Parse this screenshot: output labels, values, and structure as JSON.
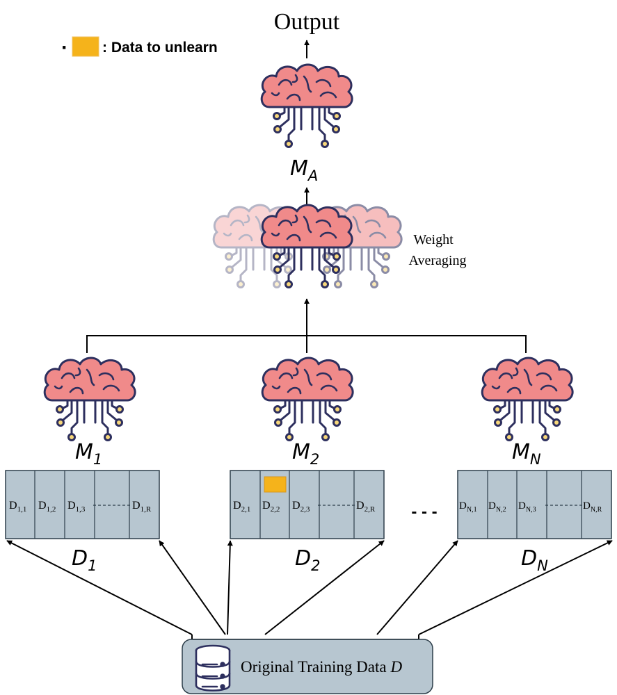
{
  "output_label": "Output",
  "legend": {
    "bullet": "·",
    "text": ": Data to unlearn",
    "swatch_color": "#f5b31b"
  },
  "aggregate_model": {
    "name": "M",
    "sub": "A"
  },
  "averaging_label": {
    "line1": "Weight",
    "line2": "Averaging"
  },
  "models": [
    {
      "name": "M",
      "sub": "1"
    },
    {
      "name": "M",
      "sub": "2"
    },
    {
      "name": "M",
      "sub": "N"
    }
  ],
  "shards": [
    {
      "name": "D",
      "sub": "1",
      "cells": [
        {
          "main": "D",
          "sub": "1,1"
        },
        {
          "main": "D",
          "sub": "1,2"
        },
        {
          "main": "D",
          "sub": "1,3"
        },
        {
          "main": "D",
          "sub": "1,R"
        }
      ]
    },
    {
      "name": "D",
      "sub": "2",
      "cells": [
        {
          "main": "D",
          "sub": "2,1"
        },
        {
          "main": "D",
          "sub": "2,2"
        },
        {
          "main": "D",
          "sub": "2,3"
        },
        {
          "main": "D",
          "sub": "2,R"
        }
      ]
    },
    {
      "name": "D",
      "sub": "N",
      "cells": [
        {
          "main": "D",
          "sub": "N,1"
        },
        {
          "main": "D",
          "sub": "N,2"
        },
        {
          "main": "D",
          "sub": "N,3"
        },
        {
          "main": "D",
          "sub": "N,R"
        }
      ]
    }
  ],
  "ellipsis": "- - -",
  "database": {
    "label": "Original Training Data",
    "var": "D"
  },
  "colors": {
    "brain_fill": "#f08a8a",
    "brain_stroke": "#2d2f5e",
    "node_fill": "#f7d77a",
    "block_fill": "#b7c6d0",
    "db_fill": "#b7c6d0",
    "unlearn_mark": "#f5b31b"
  }
}
